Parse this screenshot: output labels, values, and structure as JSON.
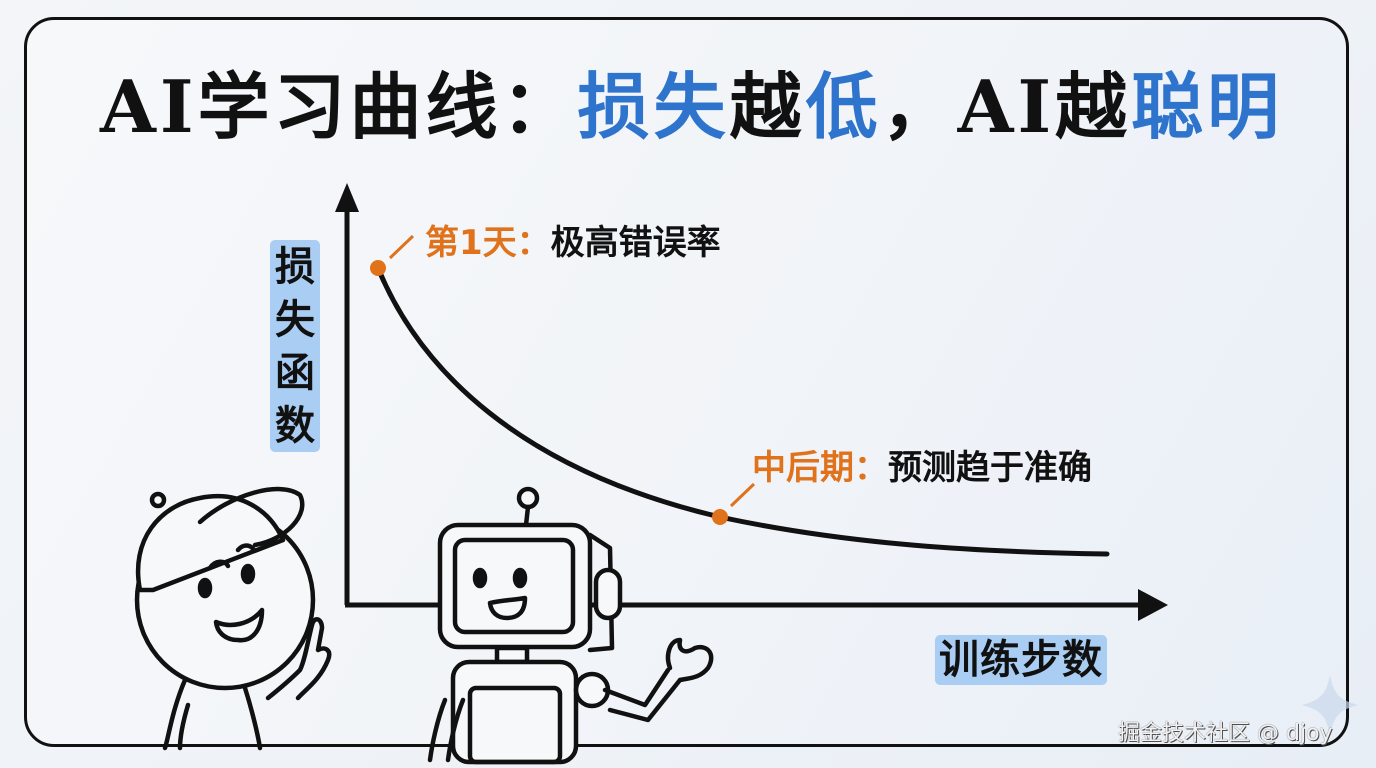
{
  "title": {
    "parts": [
      {
        "text": "AI学习曲线：",
        "color": "#111111"
      },
      {
        "text": "损失",
        "color": "#2f74cc"
      },
      {
        "text": "越",
        "color": "#111111"
      },
      {
        "text": "低",
        "color": "#2f74cc"
      },
      {
        "text": "，AI越",
        "color": "#111111"
      },
      {
        "text": "聪明",
        "color": "#2f74cc"
      }
    ]
  },
  "axes": {
    "y_label": [
      "损",
      "失",
      "函",
      "数"
    ],
    "x_label": "训练步数"
  },
  "annotations": [
    {
      "key": "第1天：",
      "desc": "极高错误率"
    },
    {
      "key": "中后期：",
      "desc": "预测趋于准确"
    }
  ],
  "colors": {
    "accent_blue": "#2f74cc",
    "label_bg": "#a9cdf3",
    "highlight_orange": "#e0721c",
    "ink": "#111111"
  },
  "characters": {
    "left": "boy-with-cap",
    "right": "robot"
  },
  "watermark": "掘金技术社区 @ djoy",
  "chart_data": {
    "type": "line",
    "title": "AI学习曲线：损失越低，AI越聪明",
    "xlabel": "训练步数",
    "ylabel": "损失函数",
    "series": [
      {
        "name": "loss",
        "shape": "exponential decay",
        "x": [
          0,
          0.1,
          0.2,
          0.3,
          0.4,
          0.5,
          0.6,
          0.7,
          0.8,
          0.9,
          1.0
        ],
        "values": [
          1.0,
          0.66,
          0.44,
          0.31,
          0.22,
          0.16,
          0.12,
          0.09,
          0.07,
          0.06,
          0.05
        ]
      }
    ],
    "annotations": [
      {
        "x": 0.0,
        "y": 1.0,
        "text": "第1天：极高错误率"
      },
      {
        "x": 0.5,
        "y": 0.16,
        "text": "中后期：预测趋于准确"
      }
    ],
    "ticks": "none",
    "grid": false
  }
}
